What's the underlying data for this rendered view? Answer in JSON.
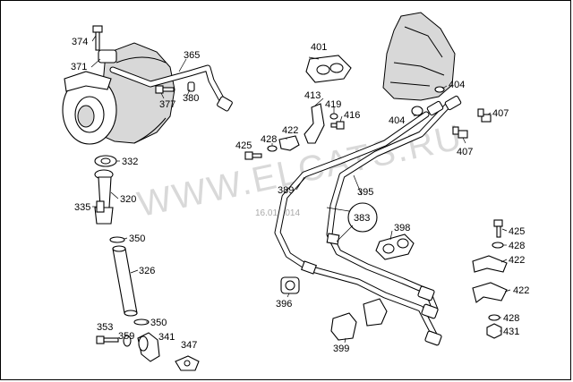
{
  "watermark": "WWW.ELCATS.RU",
  "date_stamp": "16.01.2014",
  "labels": [
    {
      "id": "374",
      "text": "374"
    },
    {
      "id": "371",
      "text": "371"
    },
    {
      "id": "365",
      "text": "365"
    },
    {
      "id": "377",
      "text": "377"
    },
    {
      "id": "380",
      "text": "380"
    },
    {
      "id": "332",
      "text": "332"
    },
    {
      "id": "320",
      "text": "320"
    },
    {
      "id": "335",
      "text": "335"
    },
    {
      "id": "350a",
      "text": "350"
    },
    {
      "id": "326",
      "text": "326"
    },
    {
      "id": "350b",
      "text": "350"
    },
    {
      "id": "353",
      "text": "353"
    },
    {
      "id": "359",
      "text": "359"
    },
    {
      "id": "341",
      "text": "341"
    },
    {
      "id": "347",
      "text": "347"
    },
    {
      "id": "401",
      "text": "401"
    },
    {
      "id": "413",
      "text": "413"
    },
    {
      "id": "419",
      "text": "419"
    },
    {
      "id": "416",
      "text": "416"
    },
    {
      "id": "422a",
      "text": "422"
    },
    {
      "id": "428a",
      "text": "428"
    },
    {
      "id": "425a",
      "text": "425"
    },
    {
      "id": "389",
      "text": "389"
    },
    {
      "id": "395",
      "text": "395"
    },
    {
      "id": "383",
      "text": "383"
    },
    {
      "id": "398",
      "text": "398"
    },
    {
      "id": "396",
      "text": "396"
    },
    {
      "id": "399",
      "text": "399"
    },
    {
      "id": "404a",
      "text": "404"
    },
    {
      "id": "404b",
      "text": "404"
    },
    {
      "id": "407a",
      "text": "407"
    },
    {
      "id": "407b",
      "text": "407"
    },
    {
      "id": "425b",
      "text": "425"
    },
    {
      "id": "428b",
      "text": "428"
    },
    {
      "id": "422b",
      "text": "422"
    },
    {
      "id": "422c",
      "text": "422"
    },
    {
      "id": "428c",
      "text": "428"
    },
    {
      "id": "431",
      "text": "431"
    }
  ]
}
